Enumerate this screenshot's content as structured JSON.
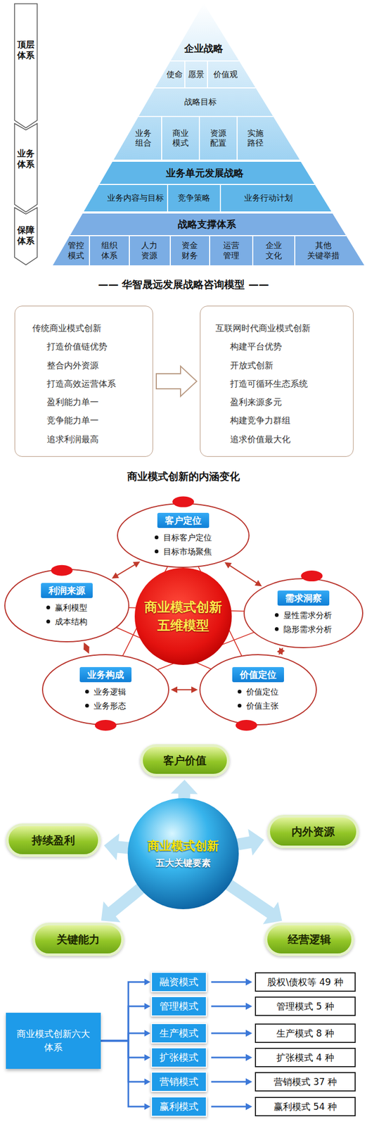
{
  "diagram": {
    "nodes": [
      {
        "text": [
          "顶层 体系"
        ]
      },
      {
        "text": [
          "业务 体系"
        ]
      },
      {
        "text": [
          "保障 体系"
        ]
      },
      {
        "text": [
          "企业战略"
        ]
      },
      {
        "text": [
          "使命"
        ],
        "in": 3
      },
      {
        "text": [
          "愿景"
        ],
        "in": 3
      },
      {
        "text": [
          "价值观"
        ],
        "in": 3
      },
      {
        "text": [
          "战略目标"
        ],
        "in": 3
      },
      {
        "text": [
          "业务 组合"
        ],
        "in": 3
      },
      {
        "text": [
          "商业 模式"
        ],
        "in": 3
      },
      {
        "text": [
          "资源 配置"
        ],
        "in": 3
      },
      {
        "text": [
          "实施 路径"
        ],
        "in": 3
      },
      {
        "text": [
          "业务单元发展战略"
        ]
      },
      {
        "text": [
          "业务内容与目标"
        ],
        "in": 12
      },
      {
        "text": [
          "竞争策略"
        ],
        "in": 12
      },
      {
        "text": [
          "业务行动计划"
        ],
        "in": 12
      },
      {
        "text": [
          "战略支撑体系"
        ]
      },
      {
        "text": [
          "管控 模式"
        ],
        "in": 16
      },
      {
        "text": [
          "组织 体系"
        ],
        "in": 16
      },
      {
        "text": [
          "人力 资源"
        ],
        "in": 16
      },
      {
        "text": [
          "资金 财务"
        ],
        "in": 16
      },
      {
        "text": [
          "运营 管理"
        ],
        "in": 16
      },
      {
        "text": [
          "企业 文化"
        ],
        "in": 16
      },
      {
        "text": [
          "其他 关键举措"
        ],
        "in": 16
      },
      {
        "text": [
          "传统商业模式创新",
          "打造价值链优势",
          "整合内外资源",
          "打造高效运营体系",
          "盈利能力单一",
          "竞争能力单一",
          "追求利润最高"
        ]
      },
      {
        "text": [
          "互联网时代商业模式创新",
          "构建平台优势",
          "开放式创新",
          "打造可循环生态系统",
          "盈利来源多元",
          "构建竞争力群组",
          "追求价值最大化"
        ]
      },
      {
        "text": [
          "客户定位",
          "目标客户定位",
          "目标市场聚焦"
        ]
      },
      {
        "text": [
          "利润来源",
          "赢利模型",
          "成本结构"
        ]
      },
      {
        "text": [
          "商业模式创新",
          "五维模型"
        ]
      },
      {
        "text": [
          "需求洞察",
          "显性需求分析",
          "隐形需求分析"
        ]
      },
      {
        "text": [
          "业务构成",
          "业务逻辑",
          "业务形态"
        ]
      },
      {
        "text": [
          "价值定位",
          "价值定位",
          "价值主张"
        ]
      },
      {
        "text": [
          "客户价值"
        ]
      },
      {
        "text": [
          "持续盈利"
        ]
      },
      {
        "text": [
          "商业模式创新",
          "五大关键要素"
        ]
      },
      {
        "text": [
          "内外资源"
        ]
      },
      {
        "text": [
          "关键能力"
        ]
      },
      {
        "text": [
          "经营逻辑"
        ]
      },
      {
        "text": [
          "商业模式创新六大 体系"
        ]
      },
      {
        "text": [
          "融资模式"
        ]
      },
      {
        "text": [
          "股权\\债权等 49 种"
        ]
      },
      {
        "text": [
          "管理模式"
        ]
      },
      {
        "text": [
          "管理模式 5 种"
        ]
      },
      {
        "text": [
          "生产模式"
        ]
      },
      {
        "text": [
          "生产模式 8 种"
        ]
      },
      {
        "text": [
          "扩张模式"
        ]
      },
      {
        "text": [
          "扩张模式 4 种"
        ]
      },
      {
        "text": [
          "营销模式"
        ]
      },
      {
        "text": [
          "营销模式 37 种"
        ]
      },
      {
        "text": [
          "赢利模式"
        ]
      },
      {
        "text": [
          "赢利模式 54 种"
        ]
      }
    ],
    "edges": [
      {
        "from": 24,
        "to": 25,
        "arrow": "to"
      },
      {
        "from": 26,
        "to": 29,
        "arrow": "both"
      },
      {
        "from": 29,
        "to": 31,
        "arrow": "both"
      },
      {
        "from": 31,
        "to": 30,
        "arrow": "both"
      },
      {
        "from": 30,
        "to": 27,
        "arrow": "both"
      },
      {
        "from": 27,
        "to": 26,
        "arrow": "both"
      },
      {
        "from": 34,
        "to": 32,
        "arrow": "to"
      },
      {
        "from": 34,
        "to": 35,
        "arrow": "to"
      },
      {
        "from": 34,
        "to": 37,
        "arrow": "to"
      },
      {
        "from": 34,
        "to": 36,
        "arrow": "to"
      },
      {
        "from": 34,
        "to": 33,
        "arrow": "to"
      },
      {
        "from": 38,
        "to": 39,
        "arrow": "to"
      },
      {
        "from": 38,
        "to": 41,
        "arrow": "to"
      },
      {
        "from": 38,
        "to": 43,
        "arrow": "to"
      },
      {
        "from": 38,
        "to": 45,
        "arrow": "to"
      },
      {
        "from": 38,
        "to": 47,
        "arrow": "to"
      },
      {
        "from": 38,
        "to": 49,
        "arrow": "to"
      },
      {
        "from": 39,
        "to": 40,
        "arrow": "to"
      },
      {
        "from": 41,
        "to": 42,
        "arrow": "to"
      },
      {
        "from": 43,
        "to": 44,
        "arrow": "to"
      },
      {
        "from": 45,
        "to": 46,
        "arrow": "to"
      },
      {
        "from": 47,
        "to": 48,
        "arrow": "to"
      },
      {
        "from": 49,
        "to": 50,
        "arrow": "to"
      }
    ],
    "labels": [
      "—— 华智晟远发展战略咨询模型 ——",
      "商业模式创新的内涵变化"
    ]
  }
}
